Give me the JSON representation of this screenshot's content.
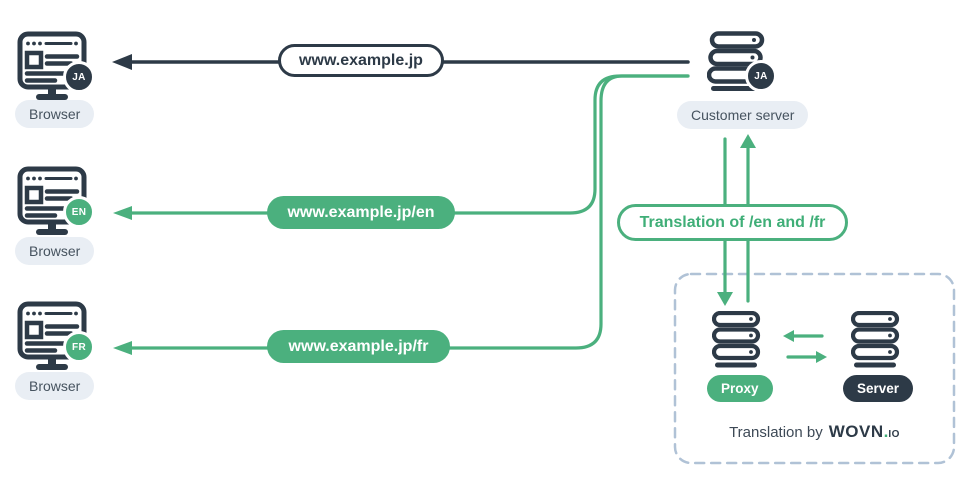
{
  "colors": {
    "accent_green": "#4bb07e",
    "dark_navy": "#2d3a47",
    "label_pill_bg": "#e9eef4",
    "dashed_box_border": "#b0c2d6"
  },
  "browsers": [
    {
      "label": "Browser",
      "badge": "JA"
    },
    {
      "label": "Browser",
      "badge": "EN"
    },
    {
      "label": "Browser",
      "badge": "FR"
    }
  ],
  "requests": [
    {
      "url": "www.example.jp"
    },
    {
      "url": "www.example.jp/en"
    },
    {
      "url": "www.example.jp/fr"
    }
  ],
  "customer_server": {
    "label": "Customer server",
    "badge": "JA"
  },
  "translation_pill": {
    "label": "Translation of /en and /fr"
  },
  "proxy_box": {
    "proxy_label": "Proxy",
    "server_label": "Server",
    "caption_prefix": "Translation by",
    "logo_word": "WOVN",
    "logo_dot": ".",
    "logo_suffix": "io"
  }
}
